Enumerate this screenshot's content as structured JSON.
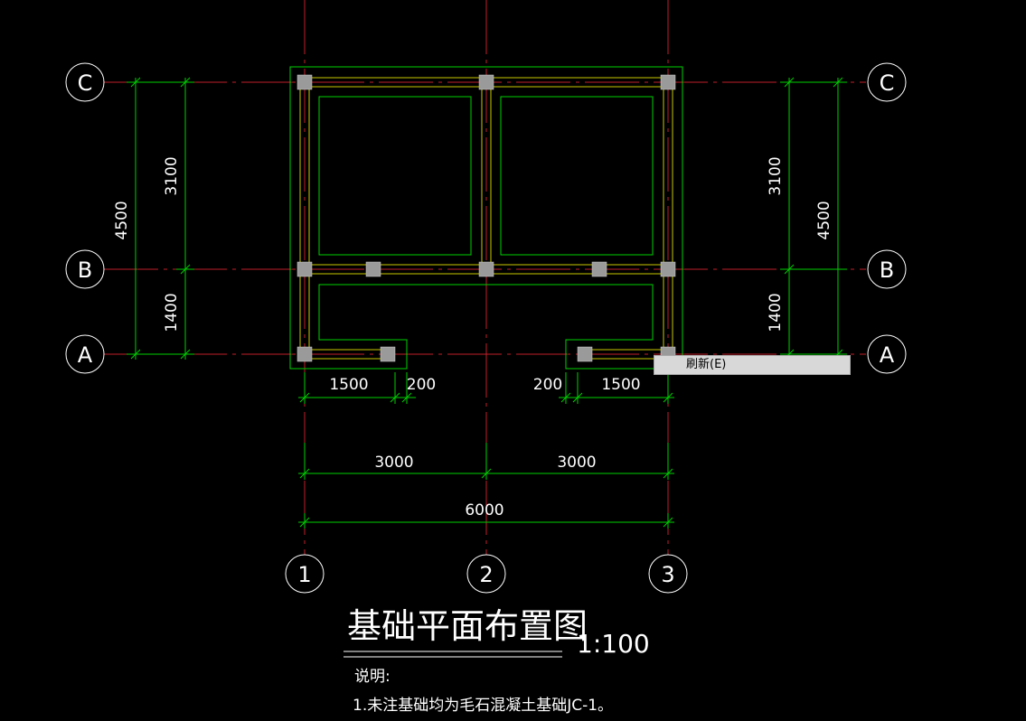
{
  "axes": {
    "rows": [
      "C",
      "B",
      "A"
    ],
    "columns": [
      "1",
      "2",
      "3"
    ]
  },
  "dimensions": {
    "left_total": "4500",
    "left_upper": "3100",
    "left_lower": "1400",
    "right_upper": "3100",
    "right_total": "4500",
    "right_lower": "1400",
    "bottom_left_span": "1500",
    "bottom_left_small": "200",
    "bottom_right_small": "200",
    "bottom_right_span": "1500",
    "bay_left": "3000",
    "bay_right": "3000",
    "overall": "6000"
  },
  "title": {
    "main": "基础平面布置图",
    "scale": "1:100"
  },
  "notes": {
    "heading": "说明:",
    "item1": "1.未注基础均为毛石混凝土基础JC-1。"
  },
  "context_menu": {
    "refresh_label": "刷新(E)"
  },
  "colors": {
    "axis_line": "#c0202a",
    "foundation": "#00d000",
    "beam": "#c8c800",
    "column": "#9a9a9a",
    "text": "#ffffff",
    "dimension": "#00d000",
    "bubble": "#ffffff",
    "background": "#000000"
  }
}
